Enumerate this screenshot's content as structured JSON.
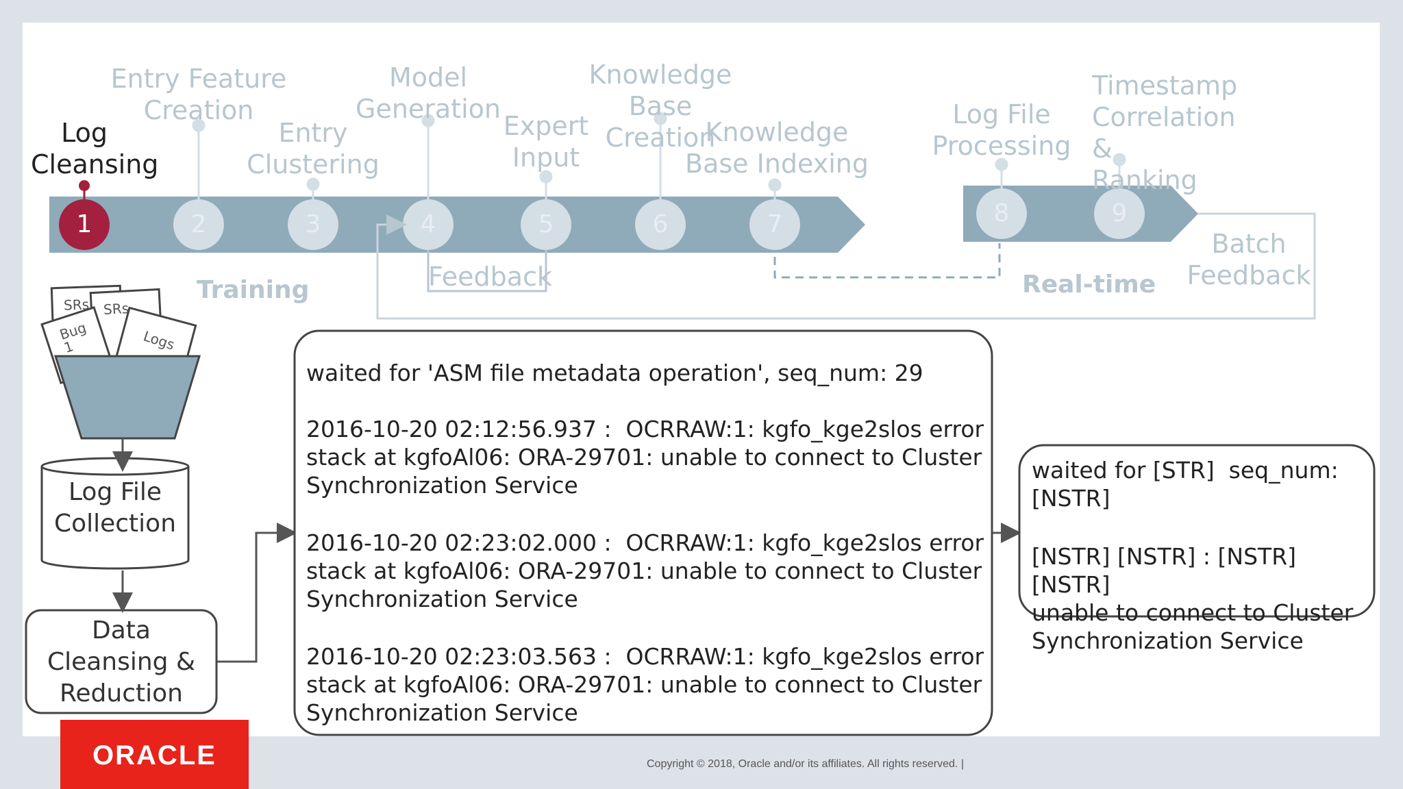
{
  "steps": [
    {
      "num": "1",
      "label": "Log\nCleansing",
      "active": true
    },
    {
      "num": "2",
      "label": "Entry Feature\nCreation",
      "active": false
    },
    {
      "num": "3",
      "label": "Entry\nClustering",
      "active": false
    },
    {
      "num": "4",
      "label": "Model\nGeneration",
      "active": false
    },
    {
      "num": "5",
      "label": "Expert\nInput",
      "active": false
    },
    {
      "num": "6",
      "label": "Knowledge Base\nCreation",
      "active": false
    },
    {
      "num": "7",
      "label": "Knowledge\nBase Indexing",
      "active": false
    },
    {
      "num": "8",
      "label": "Log File\nProcessing",
      "active": false
    },
    {
      "num": "9",
      "label": "Timestamp\nCorrelation &\nRanking",
      "active": false
    }
  ],
  "sections": {
    "training": "Training",
    "realtime": "Real-time"
  },
  "feedback": {
    "feedback": "Feedback",
    "batch_feedback": "Batch\nFeedback"
  },
  "documents": {
    "srs_1": "SRs",
    "srs_2": "SRs",
    "bug": "Bug\n1",
    "logs": "Logs"
  },
  "process": {
    "log_file_collection": "Log File\nCollection",
    "data_cleansing": "Data\nCleansing &\nReduction"
  },
  "raw_log": {
    "line1": "waited for 'ASM file metadata operation', seq_num: 29",
    "entry1": "2016-10-20 02:12:56.937 :  OCRRAW:1: kgfo_kge2slos error\nstack at kgfoAl06: ORA-29701: unable to connect to Cluster\nSynchronization Service",
    "entry2": "2016-10-20 02:23:02.000 :  OCRRAW:1: kgfo_kge2slos error\nstack at kgfoAl06: ORA-29701: unable to connect to Cluster\nSynchronization Service",
    "entry3": "2016-10-20 02:23:03.563 :  OCRRAW:1: kgfo_kge2slos error\nstack at kgfoAl06: ORA-29701: unable to connect to Cluster\nSynchronization Service"
  },
  "cleansed_log": {
    "line1": "waited for [STR]  seq_num:\n[NSTR]",
    "entry": "[NSTR] [NSTR] : [NSTR] [NSTR]\nunable to connect to Cluster\nSynchronization Service"
  },
  "brand": {
    "logo": "ORACLE",
    "copyright": "Copyright © 2018, Oracle and/or its affiliates. All rights reserved.  |"
  },
  "colors": {
    "band": "#8faab9",
    "node": "#d3dee5",
    "active": "#a3203f",
    "muted_text": "#b7c6cf",
    "logo_bg": "#e8231b"
  }
}
